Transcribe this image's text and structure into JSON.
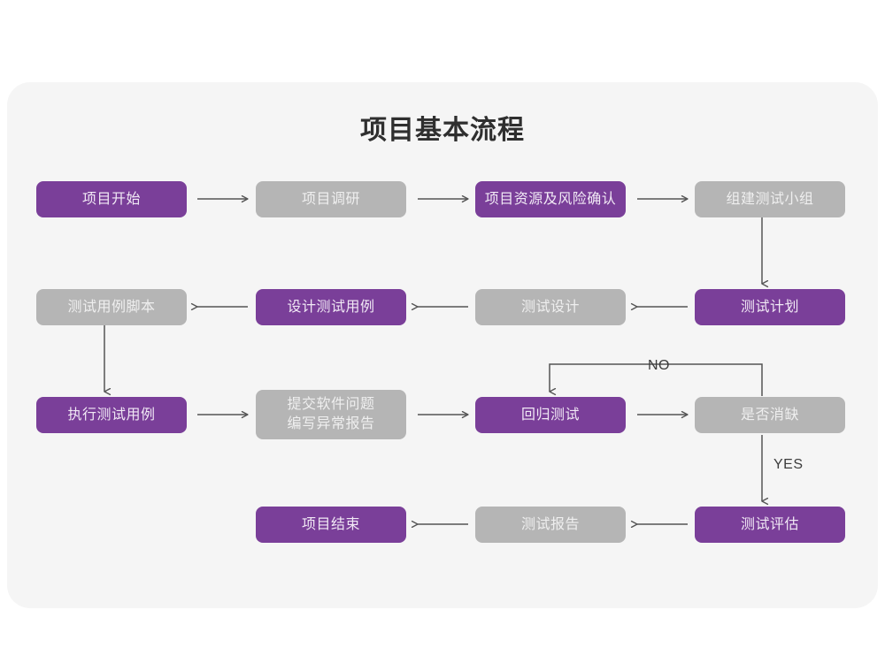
{
  "page": {
    "title": "项目基本流程",
    "background": "#ffffff",
    "card_background": "#f5f5f5"
  },
  "palette": {
    "purple": "#7a3f99",
    "purple_text": "#f1e9f5",
    "gray": "#b5b5b5",
    "gray_text": "#efefef",
    "connector": "#555555",
    "title_text": "#2f2f2f"
  },
  "chart_data": {
    "type": "diagram",
    "title": "项目基本流程",
    "nodes": [
      {
        "id": "n1",
        "label": "项目开始",
        "style": "purple",
        "row": 1,
        "col": 1
      },
      {
        "id": "n2",
        "label": "项目调研",
        "style": "gray",
        "row": 1,
        "col": 2
      },
      {
        "id": "n3",
        "label": "项目资源及风险确认",
        "style": "purple",
        "row": 1,
        "col": 3
      },
      {
        "id": "n4",
        "label": "组建测试小组",
        "style": "gray",
        "row": 1,
        "col": 4
      },
      {
        "id": "n5",
        "label": "测试计划",
        "style": "purple",
        "row": 2,
        "col": 4
      },
      {
        "id": "n6",
        "label": "测试设计",
        "style": "gray",
        "row": 2,
        "col": 3
      },
      {
        "id": "n7",
        "label": "设计测试用例",
        "style": "purple",
        "row": 2,
        "col": 2
      },
      {
        "id": "n8",
        "label": "测试用例脚本",
        "style": "gray",
        "row": 2,
        "col": 1
      },
      {
        "id": "n9",
        "label": "执行测试用例",
        "style": "purple",
        "row": 3,
        "col": 1
      },
      {
        "id": "n10",
        "label": "提交软件问题\n编写异常报告",
        "style": "gray",
        "row": 3,
        "col": 2
      },
      {
        "id": "n11",
        "label": "回归测试",
        "style": "purple",
        "row": 3,
        "col": 3
      },
      {
        "id": "n12",
        "label": "是否消缺",
        "style": "gray",
        "row": 3,
        "col": 4
      },
      {
        "id": "n13",
        "label": "测试评估",
        "style": "purple",
        "row": 4,
        "col": 4
      },
      {
        "id": "n14",
        "label": "测试报告",
        "style": "gray",
        "row": 4,
        "col": 3
      },
      {
        "id": "n15",
        "label": "项目结束",
        "style": "purple",
        "row": 4,
        "col": 2
      }
    ],
    "edges": [
      {
        "from": "n1",
        "to": "n2",
        "label": "",
        "direction": "right"
      },
      {
        "from": "n2",
        "to": "n3",
        "label": "",
        "direction": "right"
      },
      {
        "from": "n3",
        "to": "n4",
        "label": "",
        "direction": "right"
      },
      {
        "from": "n4",
        "to": "n5",
        "label": "",
        "direction": "down"
      },
      {
        "from": "n5",
        "to": "n6",
        "label": "",
        "direction": "left"
      },
      {
        "from": "n6",
        "to": "n7",
        "label": "",
        "direction": "left"
      },
      {
        "from": "n7",
        "to": "n8",
        "label": "",
        "direction": "left"
      },
      {
        "from": "n8",
        "to": "n9",
        "label": "",
        "direction": "down"
      },
      {
        "from": "n9",
        "to": "n10",
        "label": "",
        "direction": "right"
      },
      {
        "from": "n10",
        "to": "n11",
        "label": "",
        "direction": "right"
      },
      {
        "from": "n11",
        "to": "n12",
        "label": "",
        "direction": "right"
      },
      {
        "from": "n12",
        "to": "n11",
        "label": "NO",
        "direction": "loop-up-left"
      },
      {
        "from": "n12",
        "to": "n13",
        "label": "YES",
        "direction": "down"
      },
      {
        "from": "n13",
        "to": "n14",
        "label": "",
        "direction": "left"
      },
      {
        "from": "n14",
        "to": "n15",
        "label": "",
        "direction": "left"
      }
    ],
    "edge_labels": [
      {
        "id": "lbl-no",
        "text": "NO"
      },
      {
        "id": "lbl-yes",
        "text": "YES"
      }
    ]
  }
}
